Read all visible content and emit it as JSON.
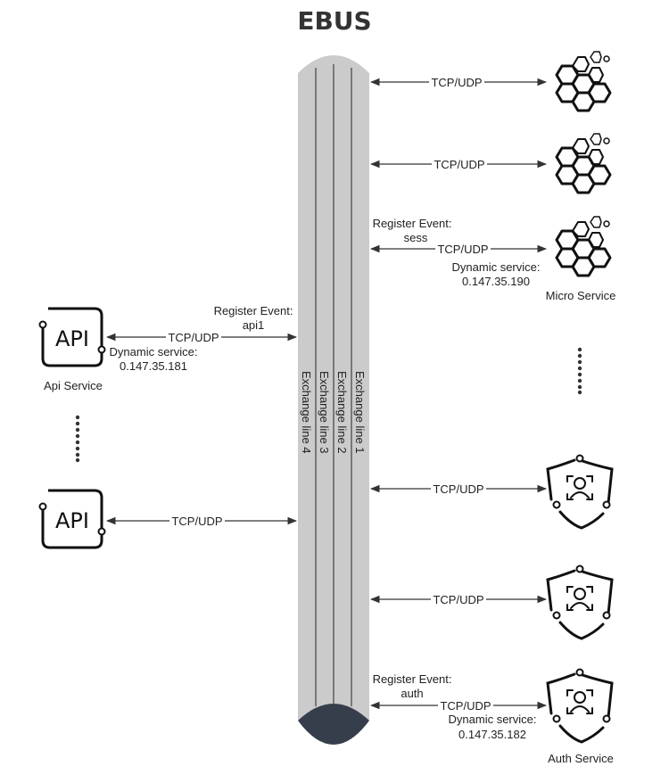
{
  "title": "EBUS",
  "bus": {
    "lines": [
      "Exchange line 1",
      "Exchange line 2",
      "Exchange line 3",
      "Exchange line 4"
    ]
  },
  "left": {
    "protocol_top": "TCP/UDP",
    "protocol_bottom": "TCP/UDP",
    "register_event_label": "Register Event:",
    "register_event_value": "api1",
    "dynamic_label": "Dynamic service:",
    "dynamic_value": "0.147.35.181",
    "service_name": "Api Service",
    "icon_text_top": "API",
    "icon_text_bottom": "API"
  },
  "right": {
    "micro": {
      "protocol_1": "TCP/UDP",
      "protocol_2": "TCP/UDP",
      "protocol_3": "TCP/UDP",
      "register_event_label": "Register Event:",
      "register_event_value": "sess",
      "dynamic_label": "Dynamic service:",
      "dynamic_value": "0.147.35.190",
      "service_name": "Micro Service"
    },
    "auth": {
      "protocol_1": "TCP/UDP",
      "protocol_2": "TCP/UDP",
      "protocol_3": "TCP/UDP",
      "register_event_label": "Register Event:",
      "register_event_value": "auth",
      "dynamic_label": "Dynamic service:",
      "dynamic_value": "0.147.35.182",
      "service_name": "Auth Service"
    }
  }
}
